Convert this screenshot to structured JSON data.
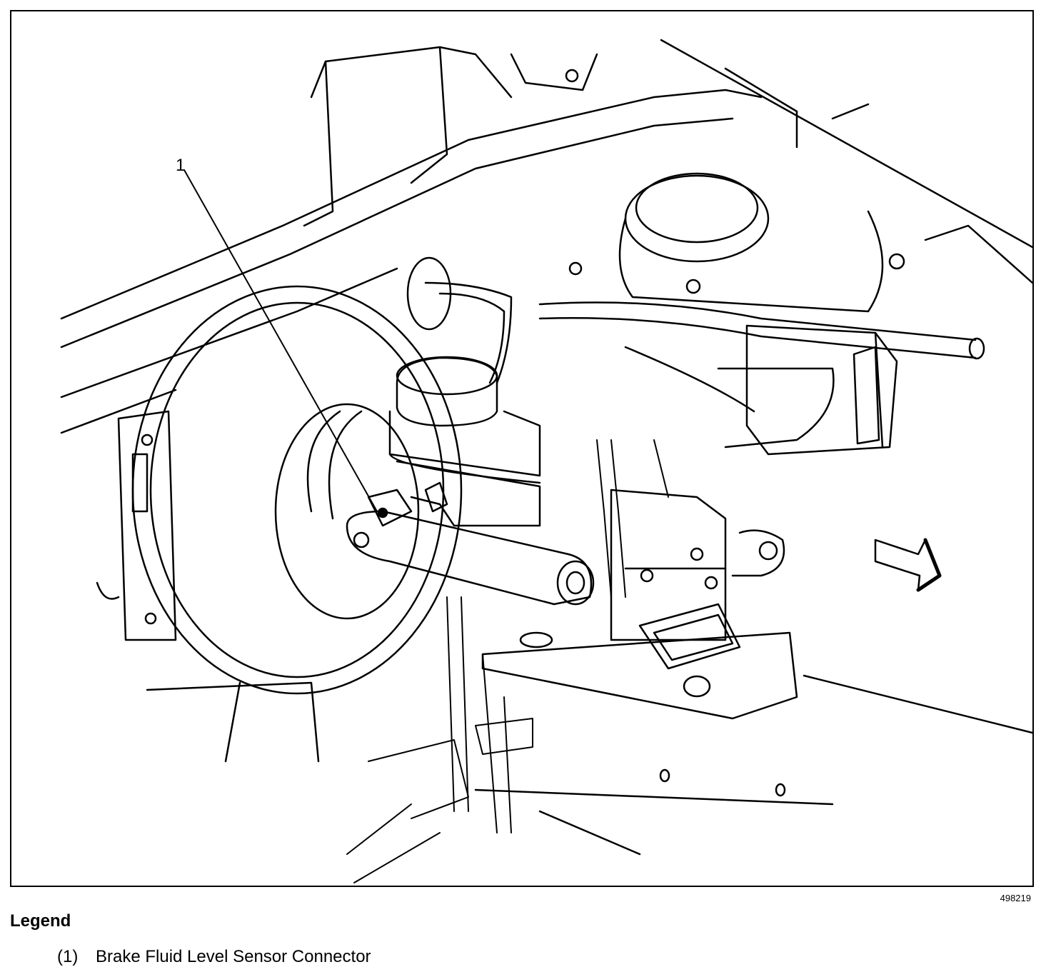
{
  "diagram": {
    "callout": "1",
    "figure_number": "498219"
  },
  "legend": {
    "title": "Legend",
    "items": [
      {
        "number": "(1)",
        "label": "Brake Fluid Level Sensor Connector"
      }
    ]
  }
}
